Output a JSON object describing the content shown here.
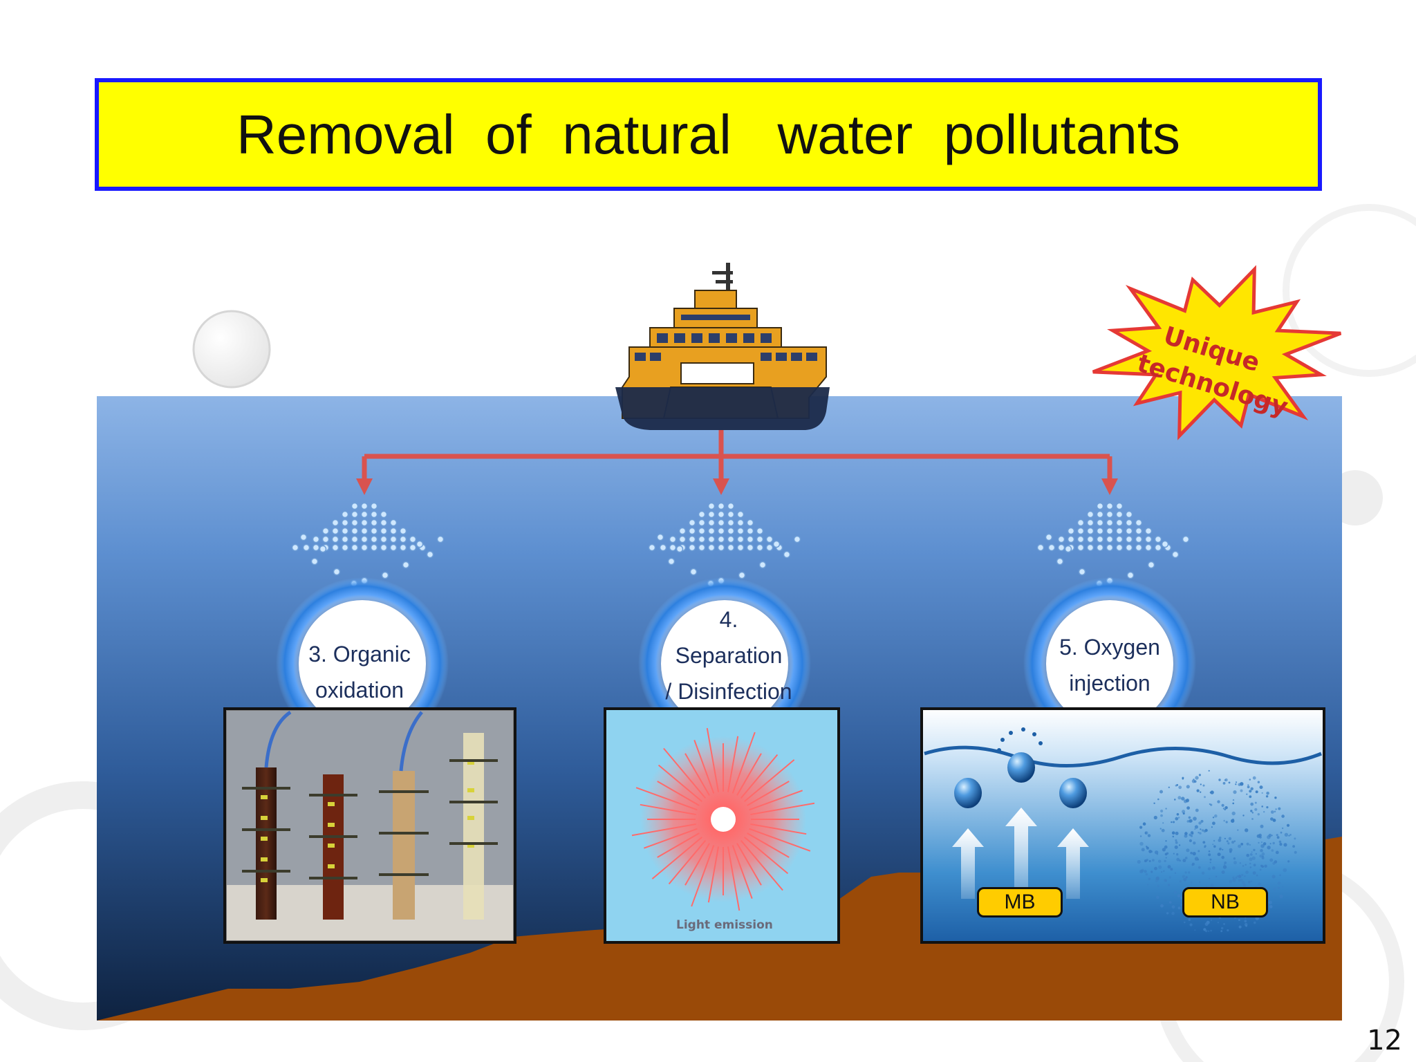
{
  "title": "Removal  of  natural   water  pollutants",
  "page_number": "12",
  "badge": {
    "line1": "Unique",
    "line2": "technology"
  },
  "stages": [
    {
      "line1": "3. Organic",
      "line2": "oxidation"
    },
    {
      "line1": "4.",
      "line2": "Separation",
      "line3": "/ Disinfection"
    },
    {
      "line1": "5. Oxygen",
      "line2": "injection"
    }
  ],
  "bubble_tags": {
    "mb": "MB",
    "nb": "NB"
  },
  "light_caption": "Light emission",
  "colors": {
    "title_bg": "#ffff00",
    "title_border": "#1a1aff",
    "arrow": "#d9534f",
    "seabed": "#9a4a08",
    "water_top": "#8fb6e6",
    "water_bottom": "#0f2340",
    "ship": "#e8a020",
    "badge_fill": "#ffe600",
    "badge_stroke": "#e53935",
    "tag": "#ffcc00"
  }
}
